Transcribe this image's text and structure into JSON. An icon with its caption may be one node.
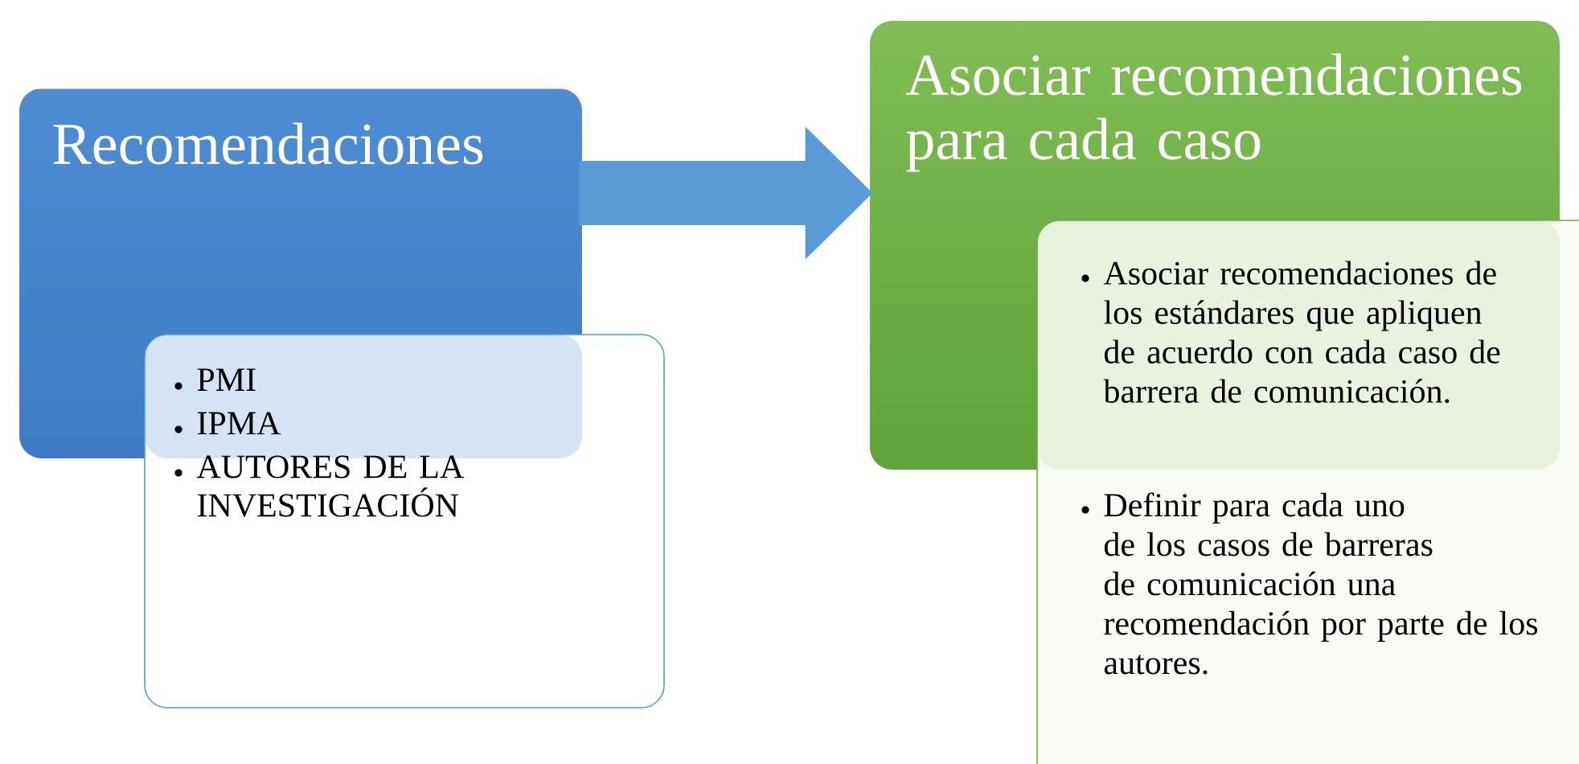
{
  "diagram": {
    "nodes": [
      {
        "text": [
          "Recomendaciones"
        ]
      },
      {
        "text": [
          "PMI",
          "IPMA",
          "AUTORES DE LA INVESTIGACIÓN"
        ]
      },
      {
        "text": [
          "Asociar recomendaciones para cada caso"
        ]
      },
      {
        "text": [
          "Asociar  recomendaciones de los estándares que apliquen de acuerdo con cada caso de barrera de comunicación.",
          "Definir para cada uno de los casos de barreras de comunicación una recomendación por parte de los autores."
        ]
      }
    ],
    "edges": [
      {
        "from": 0,
        "to": 2,
        "arrow": "to"
      }
    ]
  }
}
